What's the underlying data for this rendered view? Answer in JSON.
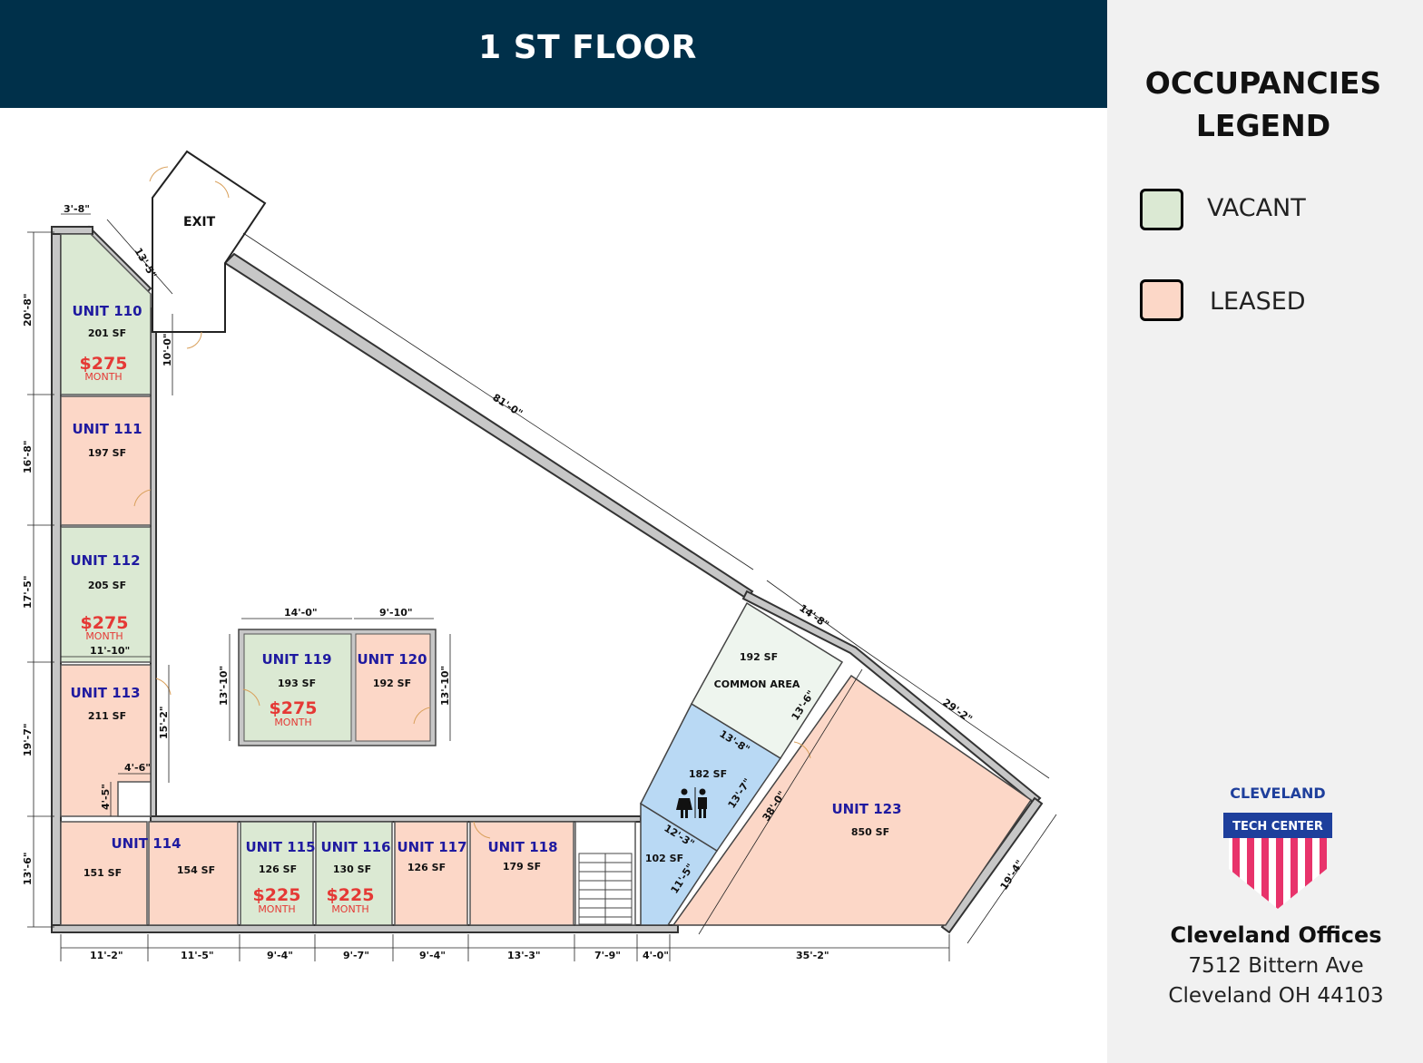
{
  "header": {
    "title": "1 ST FLOOR"
  },
  "legend": {
    "title_line1": "OCCUPANCIES",
    "title_line2": "LEGEND",
    "items": [
      {
        "label": "VACANT",
        "color": "#dbe9d3"
      },
      {
        "label": "LEASED",
        "color": "#fcd7c7"
      }
    ]
  },
  "colors": {
    "vacant": "#dbe9d3",
    "leased": "#fcd7c7",
    "common": "#eef5ee",
    "restroom": "#b9d9f4",
    "wall": "#c7c7c7",
    "banner": "#00304a",
    "unit_name": "#1f1aa0",
    "price": "#e53935"
  },
  "logo": {
    "line1": "CLEVELAND",
    "line2": "TECH CENTER"
  },
  "company": {
    "name": "Cleveland Offices",
    "street": "7512 Bittern Ave",
    "city": "Cleveland OH 44103"
  },
  "plan": {
    "exit_label": "EXIT",
    "units": [
      {
        "id": "110",
        "name": "UNIT 110",
        "sf": "201 SF",
        "status": "vacant",
        "price": "$275",
        "period": "MONTH"
      },
      {
        "id": "111",
        "name": "UNIT 111",
        "sf": "197 SF",
        "status": "leased"
      },
      {
        "id": "112",
        "name": "UNIT 112",
        "sf": "205 SF",
        "status": "vacant",
        "price": "$275",
        "period": "MONTH"
      },
      {
        "id": "113",
        "name": "UNIT 113",
        "sf": "211 SF",
        "status": "leased"
      },
      {
        "id": "114",
        "name": "UNIT 114",
        "sf": "151 SF",
        "sf2": "154 SF",
        "status": "leased"
      },
      {
        "id": "115",
        "name": "UNIT 115",
        "sf": "126 SF",
        "status": "vacant",
        "price": "$225",
        "period": "MONTH"
      },
      {
        "id": "116",
        "name": "UNIT 116",
        "sf": "130 SF",
        "status": "vacant",
        "price": "$225",
        "period": "MONTH"
      },
      {
        "id": "117",
        "name": "UNIT 117",
        "sf": "126 SF",
        "status": "leased"
      },
      {
        "id": "118",
        "name": "UNIT 118",
        "sf": "179 SF",
        "status": "leased"
      },
      {
        "id": "119",
        "name": "UNIT 119",
        "sf": "193 SF",
        "status": "vacant",
        "price": "$275",
        "period": "MONTH"
      },
      {
        "id": "120",
        "name": "UNIT 120",
        "sf": "192 SF",
        "status": "leased"
      },
      {
        "id": "123",
        "name": "UNIT 123",
        "sf": "850 SF",
        "status": "leased"
      }
    ],
    "common_area": {
      "sf": "192 SF",
      "label": "COMMON AREA"
    },
    "restroom": {
      "sf": "182 SF"
    },
    "room_102": {
      "sf": "102 SF"
    },
    "dimensions": [
      "3'-8\"",
      "13'-5\"",
      "20'-8\"",
      "10'-0\"",
      "16'-8\"",
      "17'-5\"",
      "11'-10\"",
      "19'-7\"",
      "15'-2\"",
      "4'-6\"",
      "4'-5\"",
      "13'-6\"",
      "81'-0\"",
      "14'-8\"",
      "29'-2\"",
      "13'-6\"",
      "13'-8\"",
      "13'-7\"",
      "12'-3\"",
      "11'-5\"",
      "38'-0\"",
      "19'-4\"",
      "14'-0\"",
      "9'-10\"",
      "13'-10\"",
      "13'-10\"",
      "11'-2\"",
      "11'-5\"",
      "9'-4\"",
      "9'-7\"",
      "9'-4\"",
      "13'-3\"",
      "7'-9\"",
      "4'-0\"",
      "35'-2\""
    ]
  }
}
